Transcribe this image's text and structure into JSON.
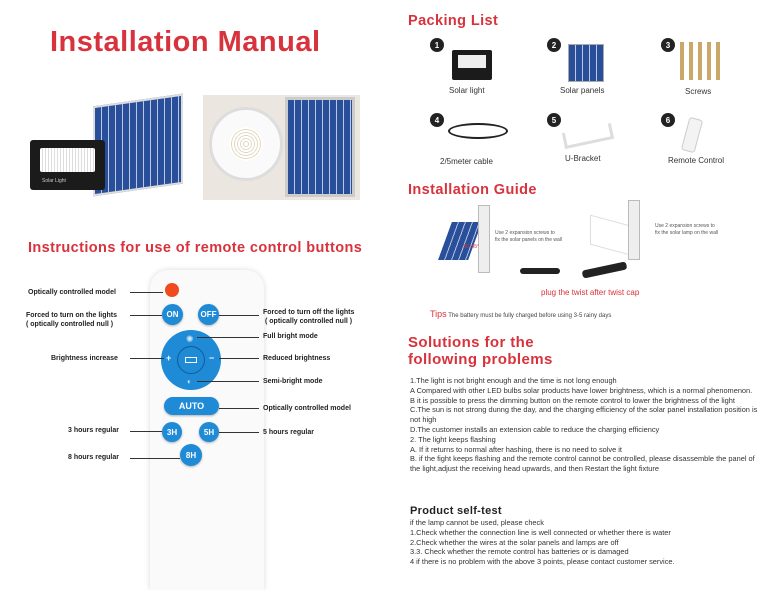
{
  "title": "Installation Manual",
  "remote_section": {
    "heading": "Instructions for use of remote control buttons",
    "labels": {
      "optical_top": "Optically controlled model",
      "on": "Forced to turn on the lights",
      "on_sub": "( optically controlled null )",
      "off": "Forced to turn off the lights",
      "off_sub": "( optically controlled null )",
      "full": "Full bright mode",
      "increase": "Brightness increase",
      "reduced": "Reduced brightness",
      "semi": "Semi-bright mode",
      "auto": "Optically controlled model",
      "h3": "3 hours regular",
      "h5": "5 hours regular",
      "h8": "8 hours regular"
    },
    "buttons": {
      "on": "ON",
      "off": "OFF",
      "plus": "+",
      "minus": "−",
      "auto": "AUTO",
      "h3": "3H",
      "h5": "5H",
      "h8": "8H"
    },
    "colors": {
      "button": "#1f8ad6",
      "power": "#f04a1e"
    }
  },
  "product_image": {
    "light_label": "Solar Light"
  },
  "packing": {
    "heading": "Packing List",
    "items": [
      {
        "num": "1",
        "label": "Solar light"
      },
      {
        "num": "2",
        "label": "Solar panels"
      },
      {
        "num": "3",
        "label": "Screws"
      },
      {
        "num": "4",
        "label": "2/5meter cable"
      },
      {
        "num": "5",
        "label": "U-Bracket"
      },
      {
        "num": "6",
        "label": "Remote Control"
      }
    ]
  },
  "guide": {
    "heading": "Installation Guide",
    "note_left_1": "Use 2 expansion screws to",
    "note_left_2": "fix the solar panels on the wall",
    "angle": "30~45°",
    "note_right_1": "Use 2 expansion screws to",
    "note_right_2": "fix the solar lamp on the wall",
    "plug": "plug the twist after twist cap",
    "tips_label": "Tips",
    "tips": "The battery must be fully charged before using 3-5 rainy days"
  },
  "solutions": {
    "heading_1": "Solutions for the",
    "heading_2": "following problems",
    "lines": [
      "1.The light is not bright enough and the time is not long enough",
      "A Compared with other LED bulbs  solar products have lower brightness, which is a normal phenomenon.",
      "B it is possible to press the dimming button on the remote control to lower the brightness of the light",
      "C.The sun is not strong dunng the day, and the charging efficiency of the solar panel installation position is not high",
      "D.The customer installs an extension cable to reduce the charging efficiency",
      "2. The light keeps flashing",
      "A. If it returns to normal after hashing, there is no need to solve it",
      "B. if the fight keeps flashing and the remote control cannot be controlled, please disassemble the panel of the light,adjust the receiving head upwards, and then Restart the light fixture"
    ]
  },
  "selftest": {
    "heading": "Product self-test",
    "lines": [
      "if the lamp cannot be used, please check",
      "1.Check whether the connection line is well connected or whether there is water",
      "2.Check whether the wires at the solar panels and lamps are off",
      "3.3. Check whether the remote control has batteries or is damaged",
      "4 if there is no problem with the above 3 points, please contact customer service."
    ]
  },
  "accent": "#d8323c"
}
